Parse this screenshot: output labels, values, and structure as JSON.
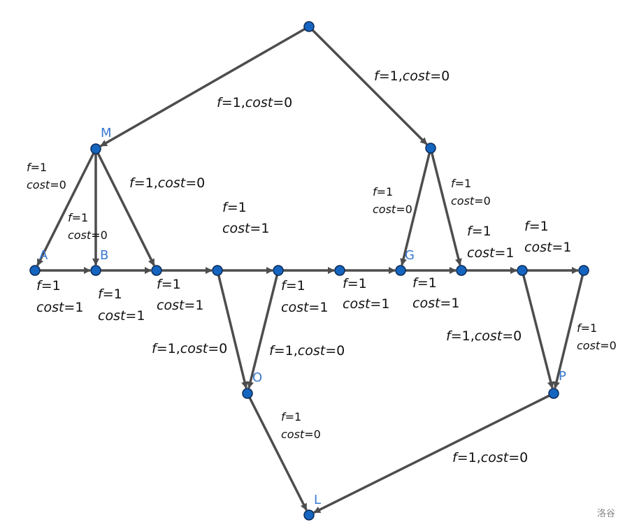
{
  "node_labels": {
    "M": "M",
    "A": "A",
    "B": "B",
    "G": "G",
    "O": "O",
    "P": "P",
    "L": "L"
  },
  "edges": [
    {
      "from": "T",
      "to": "M"
    },
    {
      "from": "T",
      "to": "GT"
    },
    {
      "from": "M",
      "to": "A"
    },
    {
      "from": "M",
      "to": "B"
    },
    {
      "from": "M",
      "to": "C"
    },
    {
      "from": "A",
      "to": "B"
    },
    {
      "from": "B",
      "to": "C"
    },
    {
      "from": "C",
      "to": "D"
    },
    {
      "from": "D",
      "to": "E"
    },
    {
      "from": "E",
      "to": "F"
    },
    {
      "from": "F",
      "to": "G"
    },
    {
      "from": "G",
      "to": "H"
    },
    {
      "from": "H",
      "to": "I"
    },
    {
      "from": "I",
      "to": "J"
    },
    {
      "from": "GT",
      "to": "G"
    },
    {
      "from": "GT",
      "to": "H"
    },
    {
      "from": "D",
      "to": "O"
    },
    {
      "from": "E",
      "to": "O"
    },
    {
      "from": "O",
      "to": "L"
    },
    {
      "from": "I",
      "to": "P"
    },
    {
      "from": "J",
      "to": "P"
    },
    {
      "from": "P",
      "to": "L"
    }
  ],
  "edge_labels": {
    "t_m": "f=1,cost=0",
    "t_gt": "f=1,cost=0",
    "m_a_1": "f=1",
    "m_a_2": "cost=0",
    "m_b_1": "f=1",
    "m_b_2": "cost=0",
    "m_c": "f=1,cost=0",
    "mid_1": "f=1",
    "mid_2": "cost=1",
    "a_b_1": "f=1",
    "a_b_2": "cost=1",
    "b_c_1": "f=1",
    "b_c_2": "cost=1",
    "c_d_1": "f=1",
    "c_d_2": "cost=1",
    "d_e_1": "f=1",
    "d_e_2": "cost=1",
    "e_f_1": "f=1",
    "e_f_2": "cost=1",
    "f_g_1": "f=1",
    "f_g_2": "cost=1",
    "g_h_1": "f=1",
    "g_h_2": "cost=1",
    "h_i_1": "f=1",
    "h_i_2": "cost=1",
    "gt_g_1": "f=1",
    "gt_g_2": "cost=0",
    "gt_h_1": "f=1",
    "gt_h_2": "cost=0",
    "d_o": "f=1,cost=0",
    "e_o": "f=1,cost=0",
    "o_l_1": "f=1",
    "o_l_2": "cost=0",
    "i_p": "f=1,cost=0",
    "j_p_1": "f=1",
    "j_p_2": "cost=0",
    "p_l": "f=1,cost=0"
  },
  "watermark": "洛谷",
  "colors": {
    "edge": "#4d4d4d",
    "node": "#1565c0",
    "node_stroke": "#0b2a55",
    "label": "#3a78d0"
  }
}
